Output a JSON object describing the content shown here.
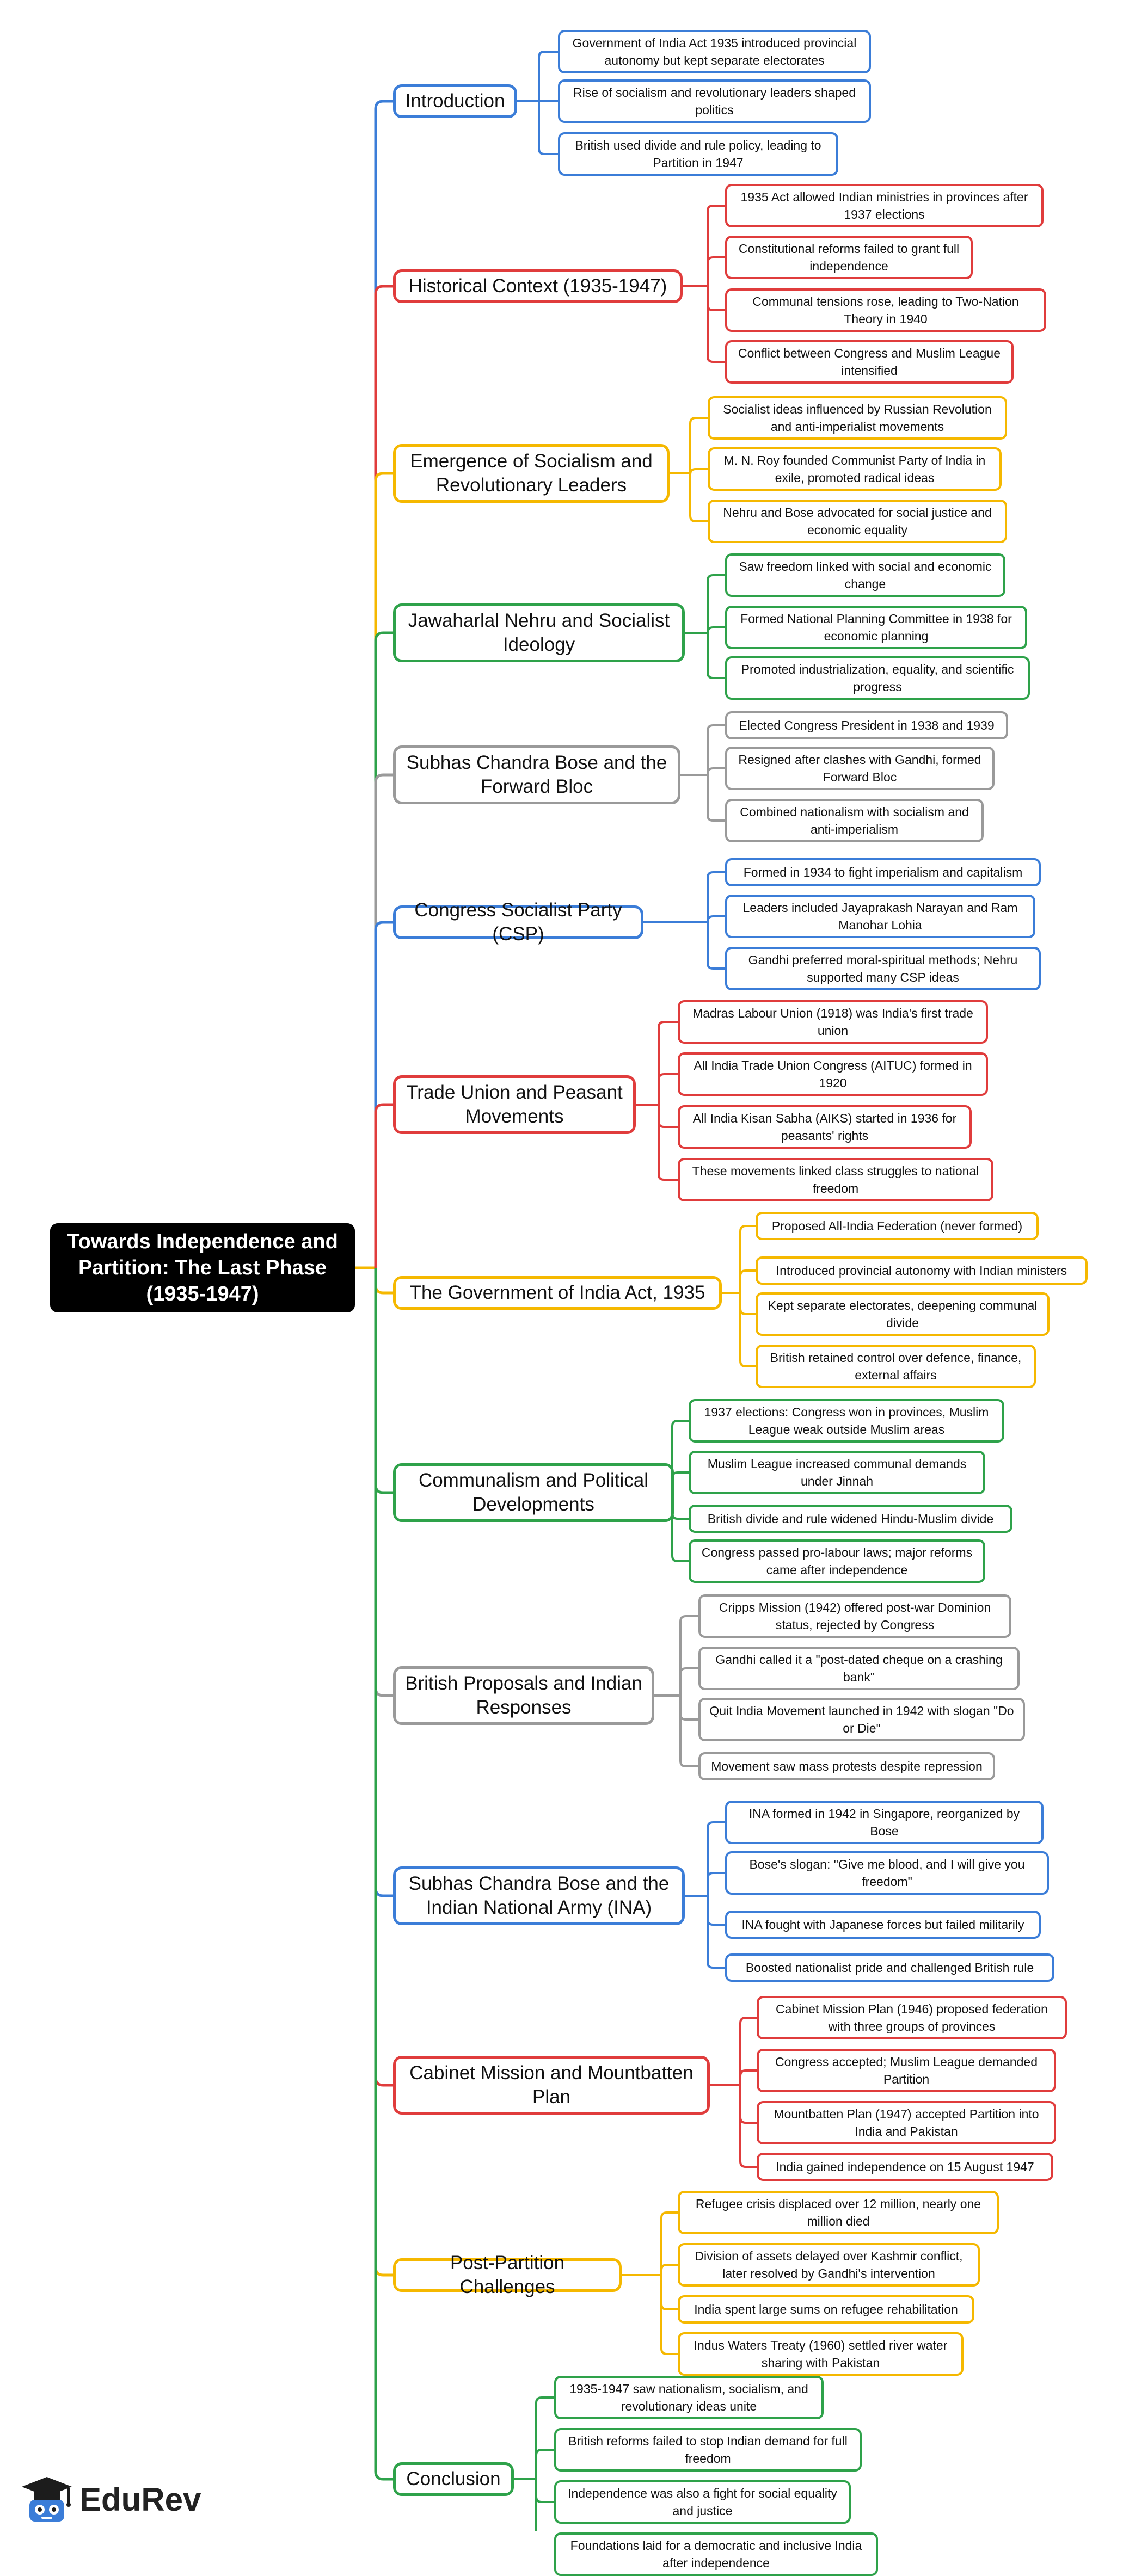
{
  "root": {
    "title": "Towards Independence and Partition: The Last Phase (1935-1947)"
  },
  "colors": {
    "blue": "#3b7dd8",
    "red": "#e03c3c",
    "yellow": "#f5b800",
    "green": "#2ea24a",
    "gray": "#9a9a9a"
  },
  "branches": [
    {
      "label": "Introduction",
      "color": "blue",
      "leaves": [
        "Government of India Act 1935 introduced provincial autonomy but kept separate electorates",
        "Rise of socialism and revolutionary leaders shaped politics",
        "British used divide and rule policy, leading to Partition in 1947"
      ]
    },
    {
      "label": "Historical Context (1935-1947)",
      "color": "red",
      "leaves": [
        "1935 Act allowed Indian ministries in provinces after 1937 elections",
        "Constitutional reforms failed to grant full independence",
        "Communal tensions rose, leading to Two-Nation Theory in 1940",
        "Conflict between Congress and Muslim League intensified"
      ]
    },
    {
      "label": "Emergence of Socialism and Revolutionary Leaders",
      "color": "yellow",
      "leaves": [
        "Socialist ideas influenced by Russian Revolution and anti-imperialist movements",
        "M. N. Roy founded Communist Party of India in exile, promoted radical ideas",
        "Nehru and Bose advocated for social justice and economic equality"
      ]
    },
    {
      "label": "Jawaharlal Nehru and Socialist Ideology",
      "color": "green",
      "leaves": [
        "Saw freedom linked with social and economic change",
        "Formed National Planning Committee in 1938 for economic planning",
        "Promoted industrialization, equality, and scientific progress"
      ]
    },
    {
      "label": "Subhas Chandra Bose and the Forward Bloc",
      "color": "gray",
      "leaves": [
        "Elected Congress President in 1938 and 1939",
        "Resigned after clashes with Gandhi, formed Forward Bloc",
        "Combined nationalism with socialism and anti-imperialism"
      ]
    },
    {
      "label": "Congress Socialist Party (CSP)",
      "color": "blue",
      "leaves": [
        "Formed in 1934 to fight imperialism and capitalism",
        "Leaders included Jayaprakash Narayan and Ram Manohar Lohia",
        "Gandhi preferred moral-spiritual methods; Nehru supported many CSP ideas"
      ]
    },
    {
      "label": "Trade Union and Peasant Movements",
      "color": "red",
      "leaves": [
        "Madras Labour Union (1918) was India's first trade union",
        "All India Trade Union Congress (AITUC) formed in 1920",
        "All India Kisan Sabha (AIKS) started in 1936 for peasants' rights",
        "These movements linked class struggles to national freedom"
      ]
    },
    {
      "label": "The Government of India Act, 1935",
      "color": "yellow",
      "leaves": [
        "Proposed All-India Federation (never formed)",
        "Introduced provincial autonomy with Indian ministers",
        "Kept separate electorates, deepening communal divide",
        "British retained control over defence, finance, external affairs"
      ]
    },
    {
      "label": "Communalism and Political Developments",
      "color": "green",
      "leaves": [
        "1937 elections: Congress won in provinces, Muslim League weak outside Muslim areas",
        "Muslim League increased communal demands under Jinnah",
        "British divide and rule widened Hindu-Muslim divide",
        "Congress passed pro-labour laws; major reforms came after independence"
      ]
    },
    {
      "label": "British Proposals and Indian Responses",
      "color": "gray",
      "leaves": [
        "Cripps Mission (1942) offered post-war Dominion status, rejected by Congress",
        "Gandhi called it a \"post-dated cheque on a crashing bank\"",
        "Quit India Movement launched in 1942 with slogan \"Do or Die\"",
        "Movement saw mass protests despite repression"
      ]
    },
    {
      "label": "Subhas Chandra Bose and the Indian National Army (INA)",
      "color": "blue",
      "leaves": [
        "INA formed in 1942 in Singapore, reorganized by Bose",
        "Bose's slogan: \"Give me blood, and I will give you freedom\"",
        "INA fought with Japanese forces but failed militarily",
        "Boosted nationalist pride and challenged British rule"
      ]
    },
    {
      "label": "Cabinet Mission and Mountbatten Plan",
      "color": "red",
      "leaves": [
        "Cabinet Mission Plan (1946) proposed federation with three groups of provinces",
        "Congress accepted; Muslim League demanded Partition",
        "Mountbatten Plan (1947) accepted Partition into India and Pakistan",
        "India gained independence on 15 August 1947"
      ]
    },
    {
      "label": "Post-Partition Challenges",
      "color": "yellow",
      "leaves": [
        "Refugee crisis displaced over 12 million, nearly one million died",
        "Division of assets delayed over Kashmir conflict, later resolved by Gandhi's intervention",
        "India spent large sums on refugee rehabilitation",
        "Indus Waters Treaty (1960) settled river water sharing with Pakistan"
      ]
    },
    {
      "label": "Conclusion",
      "color": "green",
      "leaves": [
        "1935-1947 saw nationalism, socialism, and revolutionary ideas unite",
        "British reforms failed to stop Indian demand for full freedom",
        "Independence was also a fight for social equality and justice",
        "Foundations laid for a democratic and inclusive India after independence"
      ]
    }
  ],
  "brand": {
    "name": "EduRev",
    "icon": "graduation-cap-icon"
  }
}
